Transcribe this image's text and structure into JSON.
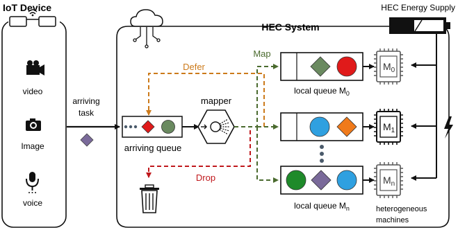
{
  "iot": {
    "title": "IoT Device",
    "sources": [
      {
        "label": "video",
        "icon": "video-camera-icon"
      },
      {
        "label": "Image",
        "icon": "photo-camera-icon"
      },
      {
        "label": "voice",
        "icon": "microphone-icon"
      }
    ]
  },
  "arriving_task": {
    "line1": "arriving",
    "line2": "task"
  },
  "hec_system": {
    "title": "HEC System"
  },
  "energy_supply": {
    "label": "HEC Energy Supply"
  },
  "arriving_queue": {
    "label": "arriving queue"
  },
  "mapper": {
    "label": "mapper"
  },
  "edges": {
    "defer": "Defer",
    "map": "Map",
    "drop": "Drop"
  },
  "local_queues": [
    {
      "prefix": "local queue M",
      "sub": "0"
    },
    {
      "prefix": "local queue M",
      "sub": "n"
    }
  ],
  "machines": [
    {
      "prefix": "M",
      "sub": "0"
    },
    {
      "prefix": "M",
      "sub": "1"
    },
    {
      "prefix": "M",
      "sub": "n"
    }
  ],
  "machines_label": {
    "line1": "heterogeneous",
    "line2": "machines"
  },
  "colors": {
    "defer": "#cc7a1a",
    "map": "#4a6a2e",
    "drop": "#c0181c",
    "red": "#e01a1a",
    "green": "#1f8a2a",
    "olive": "#6a8a60",
    "blue": "#2fa0e0",
    "orange": "#f07a1a",
    "purple": "#7a6a9a",
    "slate": "#4a5a6a"
  }
}
